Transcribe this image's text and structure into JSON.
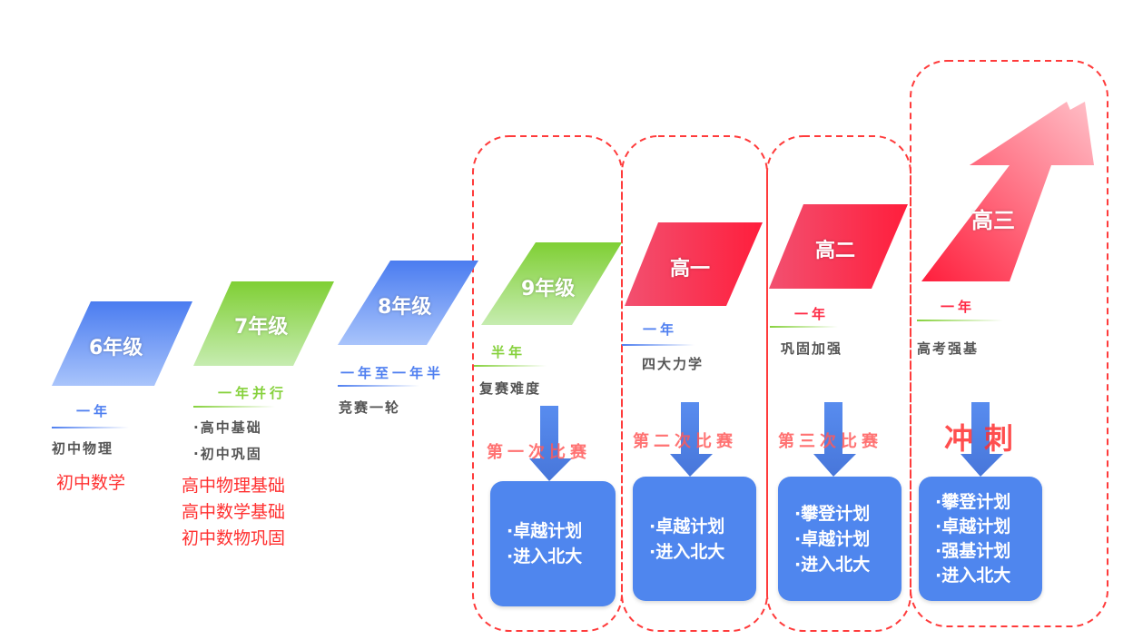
{
  "stages": [
    {
      "grade": "6年级",
      "duration": "一年",
      "desc": [
        "初中物理"
      ],
      "red": [
        "初中数学"
      ]
    },
    {
      "grade": "7年级",
      "duration": "一年并行",
      "desc": [
        "·高中基础",
        "·初中巩固"
      ],
      "red": [
        "高中物理基础",
        "高中数学基础",
        "初中数物巩固"
      ]
    },
    {
      "grade": "8年级",
      "duration": "一年至一年半",
      "desc": [
        "竞赛一轮"
      ]
    },
    {
      "grade": "9年级",
      "duration": "半年",
      "desc": [
        "复赛难度"
      ],
      "competition": "第一次比赛",
      "plans": [
        "·卓越计划",
        "·进入北大"
      ]
    },
    {
      "grade": "高一",
      "duration": "一年",
      "desc": [
        "四大力学"
      ],
      "competition": "第二次比赛",
      "plans": [
        "·卓越计划",
        "·进入北大"
      ]
    },
    {
      "grade": "高二",
      "duration": "一年",
      "desc": [
        "巩固加强"
      ],
      "competition": "第三次比赛",
      "plans": [
        "·攀登计划",
        "·卓越计划",
        "·进入北大"
      ]
    },
    {
      "grade": "高三",
      "duration": "一年",
      "desc": [
        "高考强基"
      ],
      "competition": "冲刺",
      "plans": [
        "·攀登计划",
        "·卓越计划",
        "·强基计划",
        "·进入北大"
      ]
    }
  ],
  "colors": {
    "blue": "#4f7ff0",
    "green": "#86d13c",
    "red": "#ff2a45",
    "dash": "#ff3b3b"
  }
}
